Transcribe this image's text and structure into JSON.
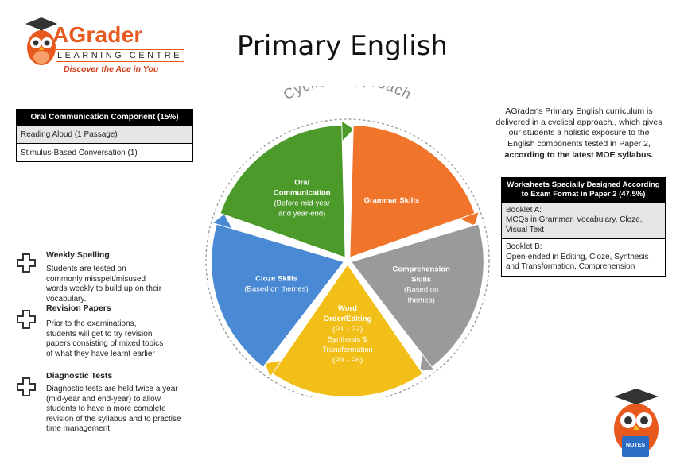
{
  "brand": {
    "name": "AGrader",
    "subtitle": "LEARNING CENTRE",
    "tagline": "Discover the Ace in You"
  },
  "page_title": "Primary English",
  "oral_table": {
    "header": "Oral Communication Component (15%)",
    "rows": [
      "Reading Aloud (1 Passage)",
      "Stimulus-Based Conversation (1)"
    ]
  },
  "intro": {
    "text": "AGrader's Primary English curriculum is delivered in a cyclical approach., which gives our students a holistic exposure to the English components tested in Paper 2,",
    "bold": "according to the latest MOE syllabus."
  },
  "worksheet_table": {
    "header": "Worksheets Specially Designed According to Exam Format in Paper 2 (47.5%)",
    "rows": [
      {
        "title": "Booklet A:",
        "body": "MCQs in Grammar, Vocabulary, Cloze, Visual Text"
      },
      {
        "title": "Booklet B:",
        "body": "Open-ended in Editing, Cloze, Synthesis and Transformation, Comprehension"
      }
    ]
  },
  "wheel": {
    "title": "Cyclical Approach",
    "segments": [
      {
        "name": "oral",
        "lines": [
          "Oral",
          "Communication",
          "(Before mid-year",
          "and year-end)"
        ],
        "color": "#4c9a2a"
      },
      {
        "name": "grammar",
        "lines": [
          "Grammar Skills"
        ],
        "color": "#f0752b"
      },
      {
        "name": "comprehension",
        "lines": [
          "Comprehension",
          "Skills",
          "(Based on",
          "themes)"
        ],
        "color": "#9a9a9a"
      },
      {
        "name": "word-order",
        "lines": [
          "Word",
          "Order/Editing",
          "(P1 - P2)",
          "Synthesis &",
          "Transformation",
          "(P3 - P6)"
        ],
        "color": "#f2bf19"
      },
      {
        "name": "cloze",
        "lines": [
          "Cloze Skills",
          "(Based on themes)"
        ],
        "color": "#4a8ad4"
      }
    ]
  },
  "features": [
    {
      "title": "Weekly Spelling",
      "text": [
        "Students are tested on",
        "commonly misspelt/misused",
        "words weekly to build up on their",
        "vocabulary."
      ]
    },
    {
      "title": "Revision Papers",
      "text": [
        "Prior to the examinations,",
        "students will get to try revision",
        "papers consisting of mixed topics",
        "of what they have learnt earlier"
      ]
    },
    {
      "title": "Diagnostic Tests",
      "text": [
        "Diagnostic tests are held twice a year",
        "(mid-year and end-year) to allow",
        "students to have a more complete",
        "revision of the syllabus and to practise",
        "time management."
      ]
    }
  ],
  "mascot": {
    "badge": "NOTES"
  },
  "colors": {
    "brand_orange": "#e8591f",
    "green": "#4c9a2a",
    "orange": "#f0752b",
    "grey": "#9a9a9a",
    "yellow": "#f2bf19",
    "blue": "#4a8ad4"
  }
}
